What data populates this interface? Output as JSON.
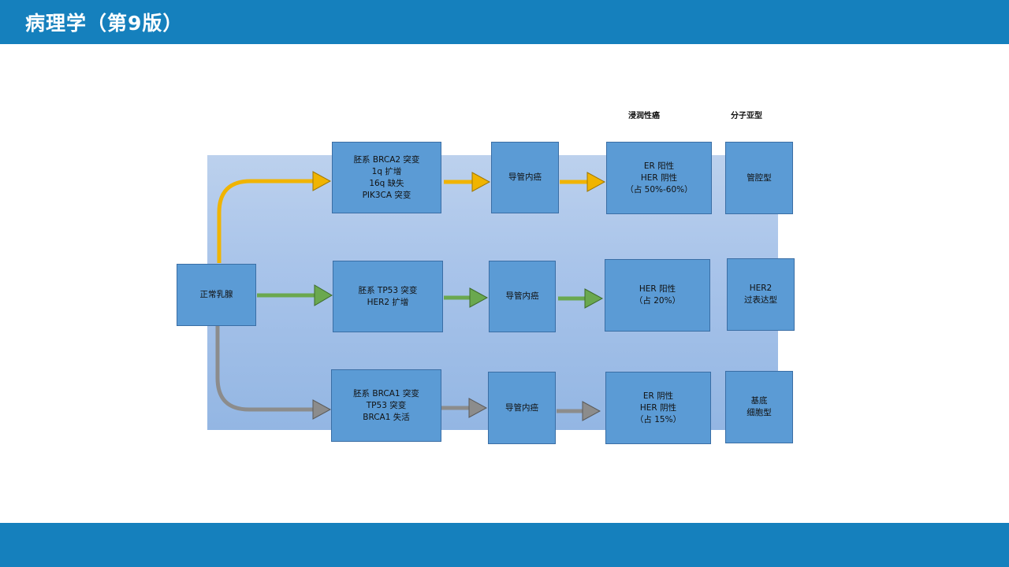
{
  "header": {
    "title": "病理学（第9版）"
  },
  "diagram": {
    "column_headers": {
      "invasive": "浸润性癌",
      "subtype": "分子亚型"
    },
    "start_node": "正常乳腺",
    "rows": [
      {
        "arrow_color": "#f0b400",
        "mutation": [
          "胚系 BRCA2 突变",
          "1q 扩增",
          "16q 缺失",
          "PIK3CA 突变"
        ],
        "ductal": "导管内癌",
        "invasive": [
          "ER 阳性",
          "HER 阴性",
          "（占 50%-60%）"
        ],
        "subtype": [
          "管腔型"
        ]
      },
      {
        "arrow_color": "#6aa84f",
        "mutation": [
          "胚系 TP53 突变",
          "HER2 扩增"
        ],
        "ductal": "导管内癌",
        "invasive": [
          "HER 阳性",
          "（占 20%）"
        ],
        "subtype": [
          "HER2",
          "过表达型"
        ]
      },
      {
        "arrow_color": "#8c8c8c",
        "mutation": [
          "胚系 BRCA1 突变",
          "TP53 突变",
          "BRCA1 失活"
        ],
        "ductal": "导管内癌",
        "invasive": [
          "ER 阴性",
          "HER 阴性",
          "（占 15%）"
        ],
        "subtype": [
          "基底",
          "细胞型"
        ]
      }
    ]
  }
}
